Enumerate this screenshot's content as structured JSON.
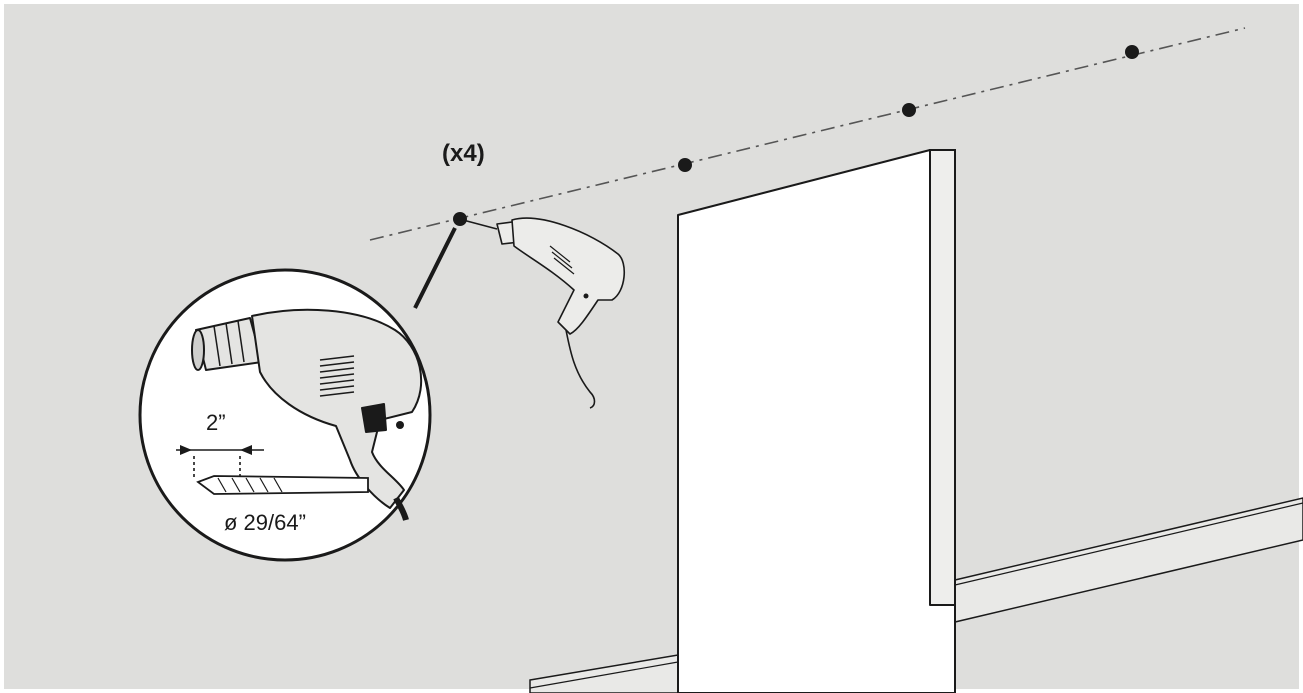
{
  "quantity_label": "(x4)",
  "bit_depth_label": "2”",
  "bit_diameter_label": "ø 29/64”",
  "icons": [
    "drill-icon",
    "drill-bit-icon",
    "door-opening",
    "mounting-hole"
  ],
  "colors": {
    "wall": "#dededc",
    "outline": "#1a1a1a",
    "opening": "#ffffff"
  }
}
